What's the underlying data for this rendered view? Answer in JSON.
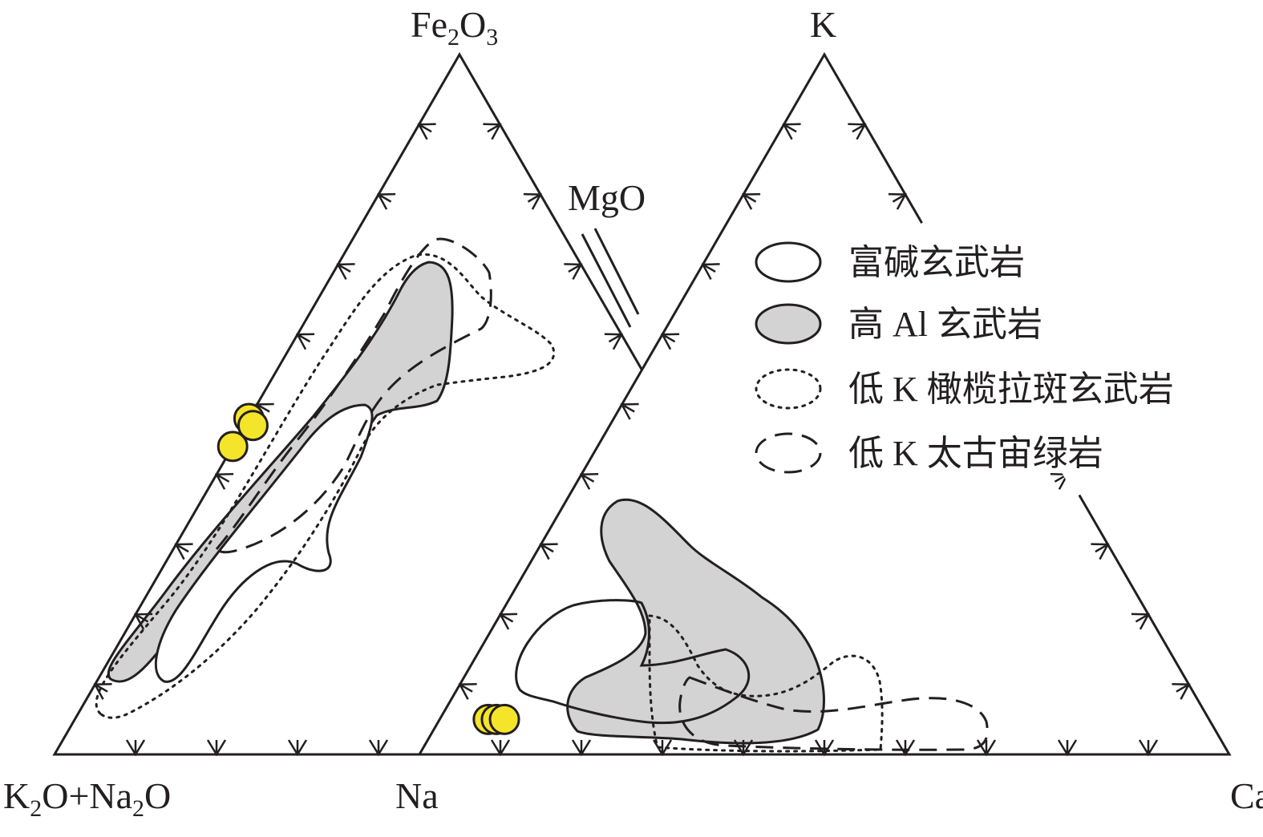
{
  "chart_data": [
    {
      "type": "scatter",
      "subtype": "ternary",
      "apex_labels": {
        "top": "Fe2O3",
        "left": "K2O+Na2O",
        "right": "MgO"
      },
      "apex_display": {
        "top": {
          "main": "Fe",
          "sub1": "2",
          "mid": "O",
          "sub2": "3"
        },
        "left": {
          "p1": "K",
          "s1": "2",
          "p2": "O+Na",
          "s2": "2",
          "p3": "O"
        },
        "right": "MgO"
      },
      "tick_interval": 0.1,
      "points": [
        {
          "top": 0.48,
          "left": 0.52,
          "right": 0.0
        },
        {
          "top": 0.47,
          "left": 0.52,
          "right": 0.01
        },
        {
          "top": 0.44,
          "left": 0.56,
          "right": 0.0
        }
      ],
      "point_color": "#f5e52a"
    },
    {
      "type": "scatter",
      "subtype": "ternary",
      "apex_labels": {
        "top": "K",
        "left": "Na",
        "right": "Ca"
      },
      "tick_interval": 0.1,
      "points": [
        {
          "top": 0.05,
          "left": 0.89,
          "right": 0.06
        },
        {
          "top": 0.05,
          "left": 0.88,
          "right": 0.07
        },
        {
          "top": 0.05,
          "left": 0.87,
          "right": 0.08
        }
      ],
      "point_color": "#f5e52a"
    }
  ],
  "legend": [
    {
      "label": "富碱玄武岩",
      "style": "solid",
      "fill": "#ffffff"
    },
    {
      "label": "高 Al 玄武岩",
      "style": "solid",
      "fill": "#d3d3d3"
    },
    {
      "label": "低 K 橄榄拉斑玄武岩",
      "style": "dotted",
      "fill": "none"
    },
    {
      "label": "低 K 太古宙绿岩",
      "style": "dashed",
      "fill": "none"
    }
  ],
  "colors": {
    "line": "#231f20",
    "field_fill": "#d3d3d3",
    "sample": "#f5e52a"
  }
}
